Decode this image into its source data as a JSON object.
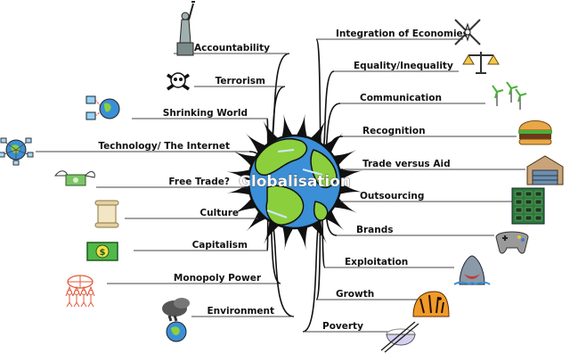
{
  "title": "Globalisation",
  "colors": {
    "spoke": "#111111",
    "ocean": "#3a8fd6",
    "land": "#8ccf3c",
    "underline": "#444444"
  },
  "branches": [
    {
      "id": "accountability",
      "label": "Accountability",
      "icon": "statue-of-liberty-icon"
    },
    {
      "id": "terrorism",
      "label": "Terrorism",
      "icon": "skull-crossbones-icon"
    },
    {
      "id": "shrinking-world",
      "label": "Shrinking World",
      "icon": "networked-computers-icon"
    },
    {
      "id": "technology",
      "label": "Technology/ The Internet",
      "icon": "globe-network-icon"
    },
    {
      "id": "free-trade",
      "label": "Free Trade?",
      "icon": "flying-money-icon"
    },
    {
      "id": "culture",
      "label": "Culture",
      "icon": "scroll-icon"
    },
    {
      "id": "capitalism",
      "label": "Capitalism",
      "icon": "dollar-bill-icon"
    },
    {
      "id": "monopoly-power",
      "label": "Monopoly Power",
      "icon": "people-holding-globe-icon"
    },
    {
      "id": "environment",
      "label": "Environment",
      "icon": "polluted-earth-icon"
    },
    {
      "id": "integration",
      "label": "Integration of Economies",
      "icon": "compass-icon"
    },
    {
      "id": "equality",
      "label": "Equality/Inequality",
      "icon": "scales-icon"
    },
    {
      "id": "communication",
      "label": "Communication",
      "icon": "wind-turbines-icon"
    },
    {
      "id": "recognition",
      "label": "Recognition",
      "icon": "burger-icon"
    },
    {
      "id": "trade-aid",
      "label": "Trade versus Aid",
      "icon": "warehouse-icon"
    },
    {
      "id": "outsourcing",
      "label": "Outsourcing",
      "icon": "circuit-board-icon"
    },
    {
      "id": "brands",
      "label": "Brands",
      "icon": "game-controller-icon"
    },
    {
      "id": "exploitation",
      "label": "Exploitation",
      "icon": "shark-icon"
    },
    {
      "id": "growth",
      "label": "Growth",
      "icon": "tiger-icon"
    },
    {
      "id": "poverty",
      "label": "Poverty",
      "icon": "rice-bowl-icon"
    }
  ]
}
